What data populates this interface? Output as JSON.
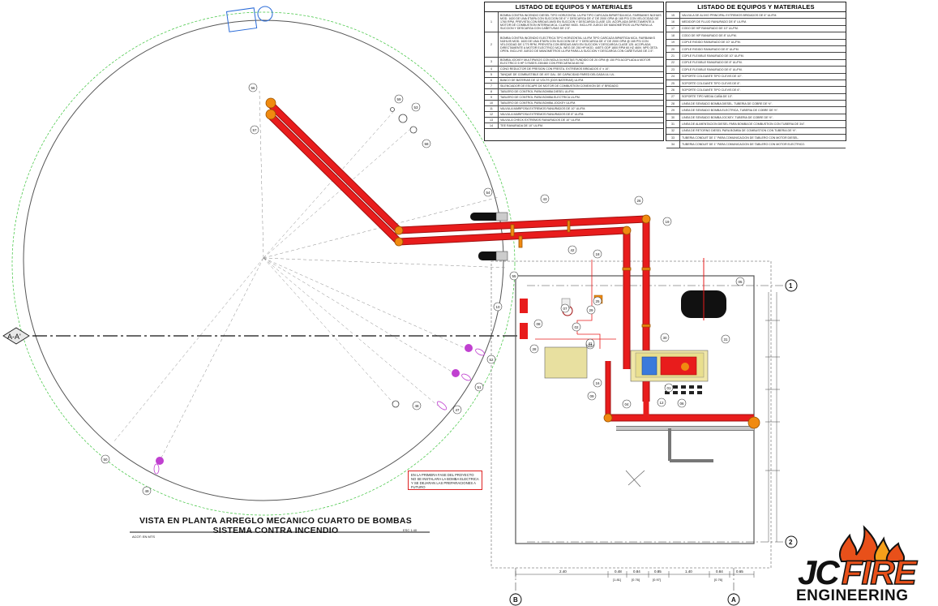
{
  "drawing": {
    "title_line1": "VISTA EN PLANTA ARREGLO MECANICO CUARTO DE BOMBAS",
    "title_line2": "SISTEMA CONTRA INCENDIO",
    "scale": "ESC 1:40",
    "sub_left": "ACOT: EN MTS",
    "section_label": "A-A'",
    "note": "EN LA PRIMERA FASE DEL PROYECTO NO SE INSTALARA LA BOMBA ELECTRICA Y SE DEJARAN LAS PREPARACIONES A FUTURO",
    "grid_labels": [
      "1",
      "2",
      "B",
      "A"
    ]
  },
  "table_left": {
    "title": "LISTADO DE EQUIPOS Y MATERIALES",
    "rows": [
      {
        "n": "1",
        "d": "BOMBA CONTRA INCENDIO DIESEL TIPO HORIZONTAL UL/FM TIPO CARCAZA BIPARTIDA MCA. FAIRBANKS NIJHUIS MOD. 1620 DE UNA ETAPA CON SUCCION DE 6\" Y DESCARGA DE 4\" DE 2000 GPM @ 165 PSI CON VELOCIDAD DE 1760 RPM, PREVISTA CON BRIDAS ANSI EN SUCCION Y DESCARGA CLASE 125. ACOPLADA DIRECTAMENTE A MOTOR DE COMBUSTION INTERNA MCA. CLARKE MOD. INCLUYE JUEGO DE MANOMETROS UL/FM PARA LA SUCCION Y DESCARGA CON CAÑETUSAS DE 2.5\"."
      },
      {
        "n": "2",
        "d": "BOMBA CONTRA INCENDIO ELECTRICA TIPO HORIZONTAL UL/FM TIPO CARCAZA BIPARTIDA MCA. FAIRBANKS NIJHUIS MOD. 1620 DE UNA ETAPA CON SUCCION DE 6\" Y DESCARGA DE 4\" DE 2000 GPM @ 165 PSI CON VELOCIDAD DE 1770 RPM, PREVISTA CON BRIDAS ANSI EN SUCCION Y DESCARGA CLASE 125. ACOPLADA DIRECTAMENTE A MOTOR ELECTRICO MCA. WEG DE 250 HP MOD. 445TS ODP 1800 RPM 60 HZ 460V. NPS GETA OPEN. INCLUYE JUEGO DE MANOMETROS UL/FM PARA LA SUCCION Y DESCARGA CON CAÑETUSAS DE 2.5\"."
      },
      {
        "n": "3",
        "d": "BOMBA JOCKEY MULTIPASOS CON MOLA 04 HASTAS FUNDIDO DE 20 GPM @ 150 PSI ACOPLADA A MOTOR ELECTRICO 5 HP 3 FASES 230/460 CON FRECUENCIA 60 HZ."
      },
      {
        "n": "4",
        "d": "CONO REDUCTOR DE PRESION CON FRESTA, EXTREMOS BRIDADOS 4\" x 10\"."
      },
      {
        "n": "5",
        "d": "TANQUE DE COMBUSTIBLE DE 497 GAL. DE CAPACIDAD PARED DELGADA UL/ UL."
      },
      {
        "n": "6",
        "d": "BANCO DE BATERIAS DE 12 VOLTS (DOS BATERIAS) UL/FM."
      },
      {
        "n": "7",
        "d": "SILENCIADOR DE ESCAPE DE MOTOR DE COMBUSTION CONEXION DE 4\" BRIDADO."
      },
      {
        "n": "8",
        "d": "TABLERO DE CONTROL PARA BOMBA DIESEL UL/FM."
      },
      {
        "n": "9",
        "d": "TABLERO DE CONTROL PARA BOMBA ELECTRICA UL/FM."
      },
      {
        "n": "10",
        "d": "TABLERO DE CONTROL PARA BOMBA JOCKEY UL/FM."
      },
      {
        "n": "11",
        "d": "VALVULA MARIPOSA EXTREMOS RANURADOS DE 10\" UL/FM."
      },
      {
        "n": "12",
        "d": "VALVULA MARIPOSA EXTREMOS RANURADOS DE 8\" UL/FM."
      },
      {
        "n": "13",
        "d": "VALVULA CHECK EXTREMOS RANURADOS DE 10\" UL/FM."
      },
      {
        "n": "14",
        "d": "TEE RANURADA DE 10\" UL/FM."
      }
    ]
  },
  "table_right": {
    "title": "LISTADO DE EQUIPOS Y MATERIALES",
    "rows": [
      {
        "n": "15",
        "d": "VALVULA DE ALIVIO PRINCIPAL EXTREMOS BRIDADOS DE 6\" UL/FM."
      },
      {
        "n": "16",
        "d": "MEDIDOR DE FLUJO RANURADO DE 8\" UL/FM."
      },
      {
        "n": "17",
        "d": "CODO DE 90º RANURADO DE 10\" UL/FM."
      },
      {
        "n": "18",
        "d": "CODO DE 90º RANURADO DE 8\" UL/FM."
      },
      {
        "n": "19",
        "d": "COPLE RIGIDO RANURADO DE 10\" UL/FM."
      },
      {
        "n": "20",
        "d": "COPLE RIGIDO RANURADO DE 8\" UL/FM."
      },
      {
        "n": "21",
        "d": "COPLE FLEXIBLE RANURADO DE 10\" UL/FM."
      },
      {
        "n": "22",
        "d": "COPLE FLEXIBLE RANURADO DE 8\" UL/FM."
      },
      {
        "n": "23",
        "d": "COPLE FLEXIBLE RANURADO DE 6\" UL/FM."
      },
      {
        "n": "24",
        "d": "SOPORTE COLGANTE TIPO CLEVIS DE 10\"."
      },
      {
        "n": "25",
        "d": "SOPORTE COLGANTE TIPO CLEVIS DE 8\"."
      },
      {
        "n": "26",
        "d": "SOPORTE COLGANTE TIPO CLEVIS DE 6\"."
      },
      {
        "n": "27",
        "d": "SOPORTE TIPO MEDIA CAÑA DE 10\"."
      },
      {
        "n": "28",
        "d": "LINEA DE SENSADO BOMBA DIESEL, TUBERIA DE COBRE DE ½\"."
      },
      {
        "n": "29",
        "d": "LINEA DE SENSADO BOMBA ELECTRICA, TUBERIA DE COBRE DE ½\"."
      },
      {
        "n": "30",
        "d": "LINEA DE SENSADO BOMBA JOCKEY, TUBERIA DE COBRE DE ½\"."
      },
      {
        "n": "31",
        "d": "LINEA DE ALIMENTACION DIESEL PARA BOMBA DE COMBUSTION CON TUBERIA DE 3/4\"."
      },
      {
        "n": "32",
        "d": "LINEA DE RETORNO DIESEL PARA BOMBA DE COMBUSTION CON TUBERIA DE ½\"."
      },
      {
        "n": "33",
        "d": "TUBERIA CONDUIT DE 1\" PARA COMUNICACION DE TABLERO CON MOTOR DIESEL."
      },
      {
        "n": "34",
        "d": "TUBERIA CONDUIT DE 1\" PARA COMUNICACION DE TABLERO CON MOTOR ELECTRICO."
      }
    ]
  },
  "callouts": [
    "01",
    "02",
    "03",
    "04",
    "05",
    "06",
    "07",
    "08",
    "09",
    "10",
    "12",
    "16",
    "18",
    "19",
    "25",
    "26",
    "28",
    "29",
    "30",
    "31",
    "41",
    "42",
    "43",
    "47",
    "48",
    "49",
    "50",
    "51",
    "52",
    "53",
    "54",
    "55",
    "56",
    "57",
    "58",
    "59"
  ],
  "dimensions": [
    "2.40",
    "0.48",
    "0.84",
    "0.85",
    "1.40",
    "0.84",
    "0.65"
  ],
  "dimensions_sub": [
    "[1.81]",
    "[0.76]",
    "[0.97]",
    "[0.76]"
  ],
  "logo": {
    "brand_a": "JC",
    "brand_b": "FIRE",
    "brand_c": "ENGINEERING"
  },
  "colors": {
    "pipe": "#e81c1c",
    "pipe_dark": "#a10f0f",
    "fitting": "#f08a10",
    "tank_green": "#3bc33b",
    "accent_purple": "#c040d0"
  }
}
